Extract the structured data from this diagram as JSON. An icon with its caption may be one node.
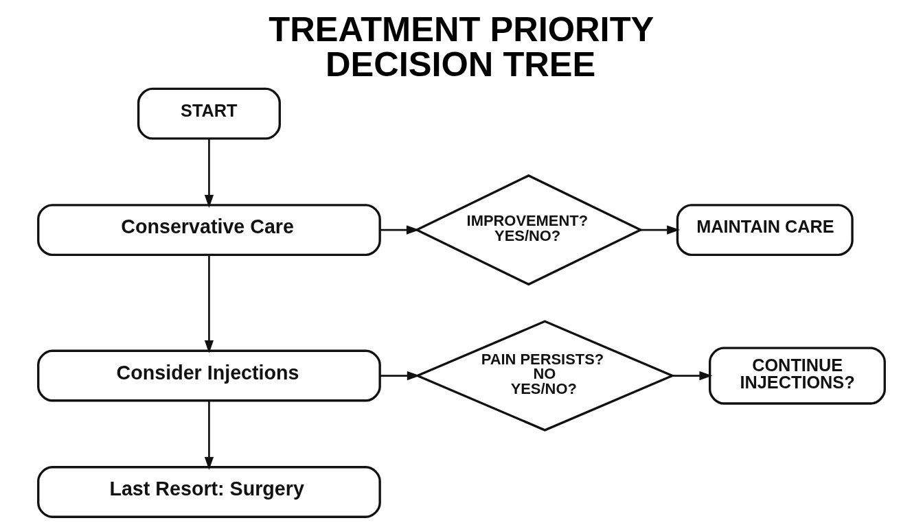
{
  "diagram": {
    "title": "TREATMENT PRIORITY DECISION TREE",
    "nodes": [
      {
        "text": [
          "START"
        ]
      },
      {
        "text": [
          "Conservative Care"
        ]
      },
      {
        "text": [
          "IMPROVEMENT?",
          "YES/NO?"
        ]
      },
      {
        "text": [
          "MAINTAIN CARE"
        ]
      },
      {
        "text": [
          "Consider Injections"
        ]
      },
      {
        "text": [
          "PAIN PERSISTS?",
          "NO YES/NO?"
        ]
      },
      {
        "text": [
          "CONTINUE INJECTIONS?"
        ]
      },
      {
        "text": [
          "Last Resort: Surgery"
        ]
      }
    ],
    "edges": [
      {
        "from": 0,
        "to": 1,
        "arrow": "to"
      },
      {
        "from": 1,
        "to": 2,
        "arrow": "to"
      },
      {
        "from": 2,
        "to": 3,
        "arrow": "to"
      },
      {
        "from": 1,
        "to": 4,
        "arrow": "to"
      },
      {
        "from": 4,
        "to": 5,
        "arrow": "to"
      },
      {
        "from": 5,
        "to": 6,
        "arrow": "to"
      },
      {
        "from": 4,
        "to": 7,
        "arrow": "to"
      }
    ]
  }
}
